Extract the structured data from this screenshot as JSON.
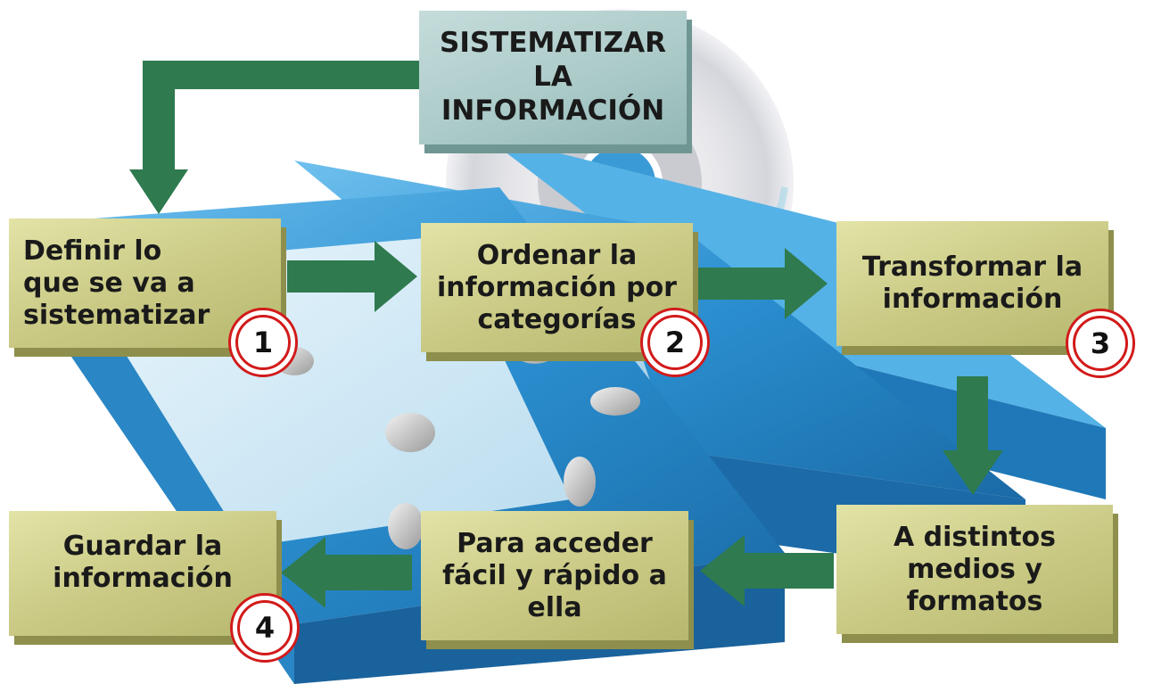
{
  "title": "SISTEMATIZAR\nLA\nINFORMACIÓN",
  "steps": [
    {
      "text": "Definir lo que se va a sistematizar",
      "number": "1"
    },
    {
      "text": "Ordenar la información por categorías",
      "number": "2"
    },
    {
      "text": "Transformar la información",
      "number": "3"
    },
    {
      "text": "A distintos medios y formatos"
    },
    {
      "text": "Para acceder fácil y rápido a ella"
    },
    {
      "text": "Guardar la información",
      "number": "4"
    }
  ],
  "colors": {
    "box": "#c9c984",
    "title_box": "#a9c9c7",
    "arrow": "#2f7a4f",
    "circle": "#d21a1a",
    "binder": "#2b8fd0"
  },
  "icons": [
    "binders-illustration",
    "cd-disc-illustration"
  ]
}
